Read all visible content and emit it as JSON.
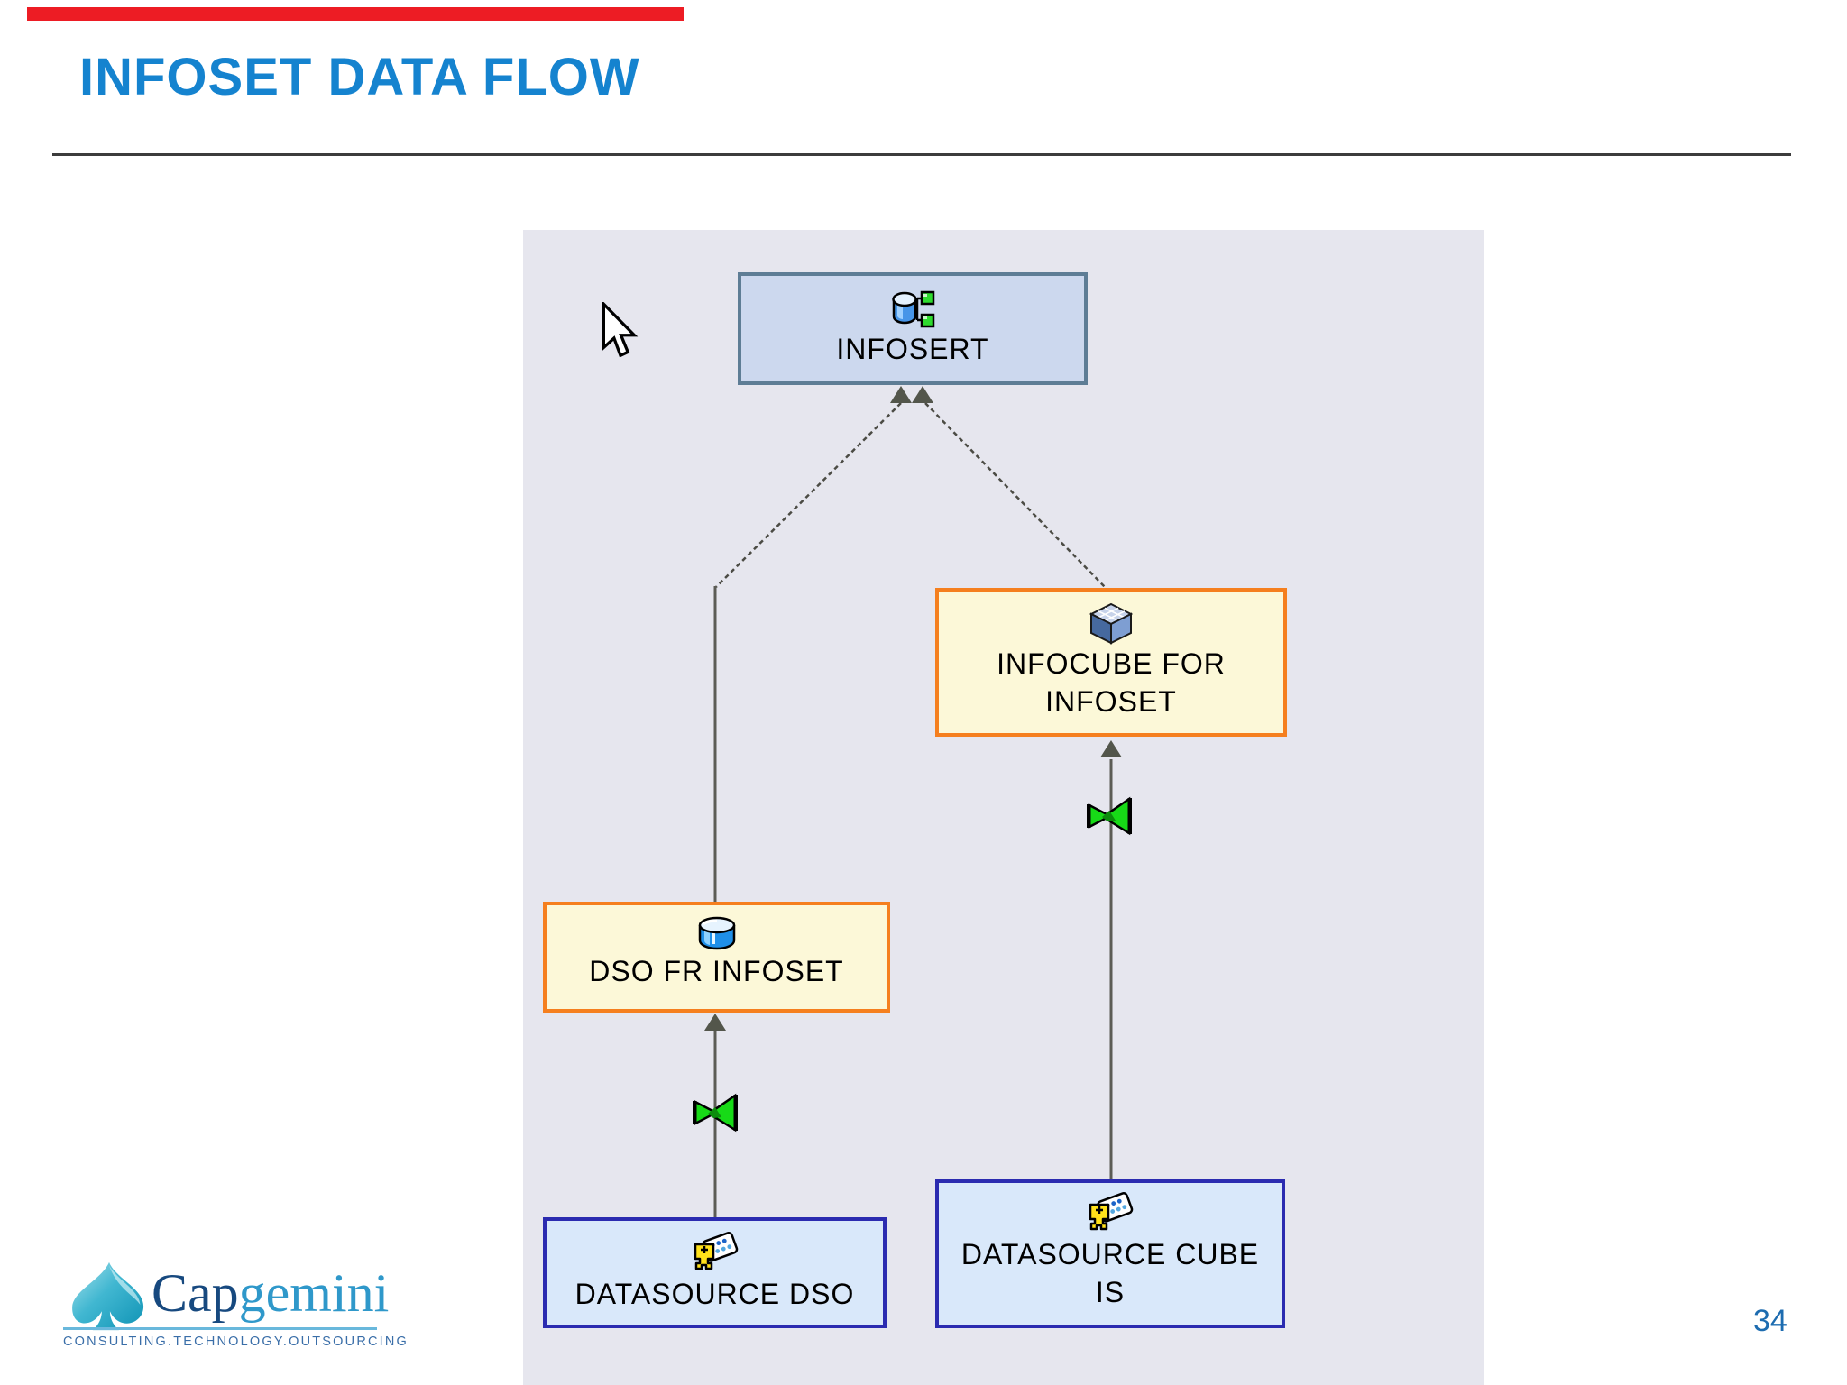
{
  "slide": {
    "title": "INFOSET DATA FLOW",
    "page_number": "34",
    "progress_bar_color": "#ed1c24",
    "background": "#ffffff"
  },
  "logo": {
    "brand_cap": "Cap",
    "brand_gemini": "gemini",
    "tagline": "CONSULTING.TECHNOLOGY.OUTSOURCING",
    "icon": "spade-icon",
    "colors": {
      "cap": "#17497f",
      "gemini": "#2f98ca",
      "tagline": "#3a6ea8"
    }
  },
  "diagram": {
    "type": "sap-bw-dataflow",
    "background_color": "#e6e6ee",
    "cursor": "arrow-cursor-icon",
    "nodes": [
      {
        "id": "infosert",
        "label": "INFOSERT",
        "icon": "infoset-icon",
        "fill": "#ccd8ee",
        "border": "#5e7d95"
      },
      {
        "id": "infocube-for-infoset",
        "line1": "INFOCUBE FOR",
        "line2": "INFOSET",
        "icon": "infocube-icon",
        "fill": "#fcf8d8",
        "border": "#f57f1e"
      },
      {
        "id": "dso-fr-infoset",
        "label": "DSO FR INFOSET",
        "icon": "dso-icon",
        "fill": "#fcf8d8",
        "border": "#f57f1e"
      },
      {
        "id": "datasource-dso",
        "label": "DATASOURCE DSO",
        "icon": "datasource-icon",
        "fill": "#d9e8fa",
        "border": "#2b2bb0"
      },
      {
        "id": "datasource-cube-is",
        "line1": "DATASOURCE CUBE",
        "line2": "IS",
        "icon": "datasource-icon",
        "fill": "#d9e8fa",
        "border": "#2b2bb0"
      }
    ],
    "connectors": [
      {
        "from": "dso-fr-infoset",
        "to": "infosert",
        "style": "diagonal-dashed-arrow"
      },
      {
        "from": "infocube-for-infoset",
        "to": "infosert",
        "style": "diagonal-dashed-arrow"
      },
      {
        "from": "datasource-dso",
        "to": "dso-fr-infoset",
        "style": "vertical-arrow",
        "transformation": "transformation-icon"
      },
      {
        "from": "datasource-cube-is",
        "to": "infocube-for-infoset",
        "style": "vertical-arrow",
        "transformation": "transformation-icon"
      }
    ]
  },
  "colors": {
    "title": "#1583cf",
    "page_number": "#1d6cb0",
    "connector_line": "#55564c",
    "arrowhead": "#53564b",
    "transformation_green": "#17da17"
  }
}
